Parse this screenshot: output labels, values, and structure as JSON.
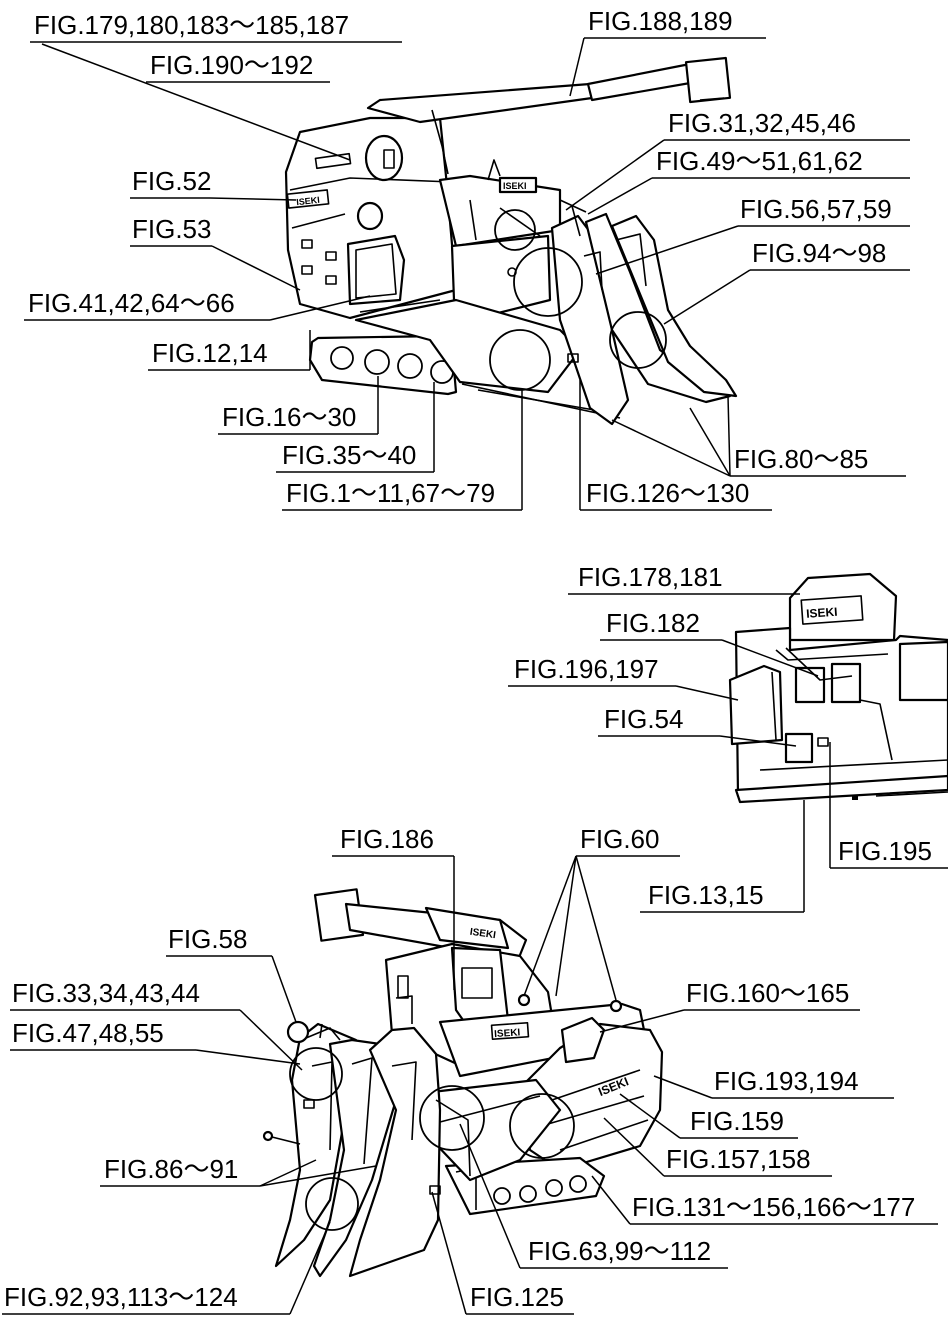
{
  "top_view": {
    "brand_marks": [
      "ISEKI"
    ],
    "labels": {
      "l_179": "FIG.179,180,183～185,187",
      "l_190": "FIG.190～192",
      "l_188": "FIG.188,189",
      "l_31": "FIG.31,32,45,46",
      "l_49": "FIG.49～51,61,62",
      "l_52": "FIG.52",
      "l_56": "FIG.56,57,59",
      "l_53": "FIG.53",
      "l_94": "FIG.94～98",
      "l_41": "FIG.41,42,64～66",
      "l_12": "FIG.12,14",
      "l_16": "FIG.16～30",
      "l_35": "FIG.35～40",
      "l_80": "FIG.80～85",
      "l_1": "FIG.1～11,67～79",
      "l_126": "FIG.126～130"
    }
  },
  "mid_view": {
    "labels": {
      "l_178": "FIG.178,181",
      "l_182": "FIG.182",
      "l_196": "FIG.196,197",
      "l_54": "FIG.54",
      "l_195": "FIG.195",
      "l_13": "FIG.13,15"
    }
  },
  "bottom_view": {
    "brand_marks": [
      "ISEKI"
    ],
    "labels": {
      "l_186": "FIG.186",
      "l_60": "FIG.60",
      "l_58": "FIG.58",
      "l_33": "FIG.33,34,43,44",
      "l_160": "FIG.160～165",
      "l_47": "FIG.47,48,55",
      "l_193": "FIG.193,194",
      "l_159": "FIG.159",
      "l_86": "FIG.86～91",
      "l_157": "FIG.157,158",
      "l_131": "FIG.131～156,166～177",
      "l_63": "FIG.63,99～112",
      "l_92": "FIG.92,93,113～124",
      "l_125": "FIG.125"
    }
  }
}
